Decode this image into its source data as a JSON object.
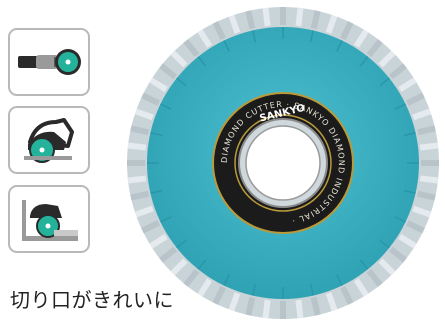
{
  "caption": "切り口がきれいに",
  "blade": {
    "brand": "SANKYO",
    "ring_text": "DIAMOND CUTTER · SANKYO DIAMOND INDUSTRIAL ·",
    "colors": {
      "body": "#3fb3c4",
      "rim": "#d7dfe3",
      "ring_dark": "#1b1b1b",
      "ring_gold": "#b99a3a"
    }
  },
  "icons": [
    {
      "name": "angle-grinder-icon"
    },
    {
      "name": "circular-saw-icon"
    },
    {
      "name": "table-saw-icon"
    }
  ]
}
